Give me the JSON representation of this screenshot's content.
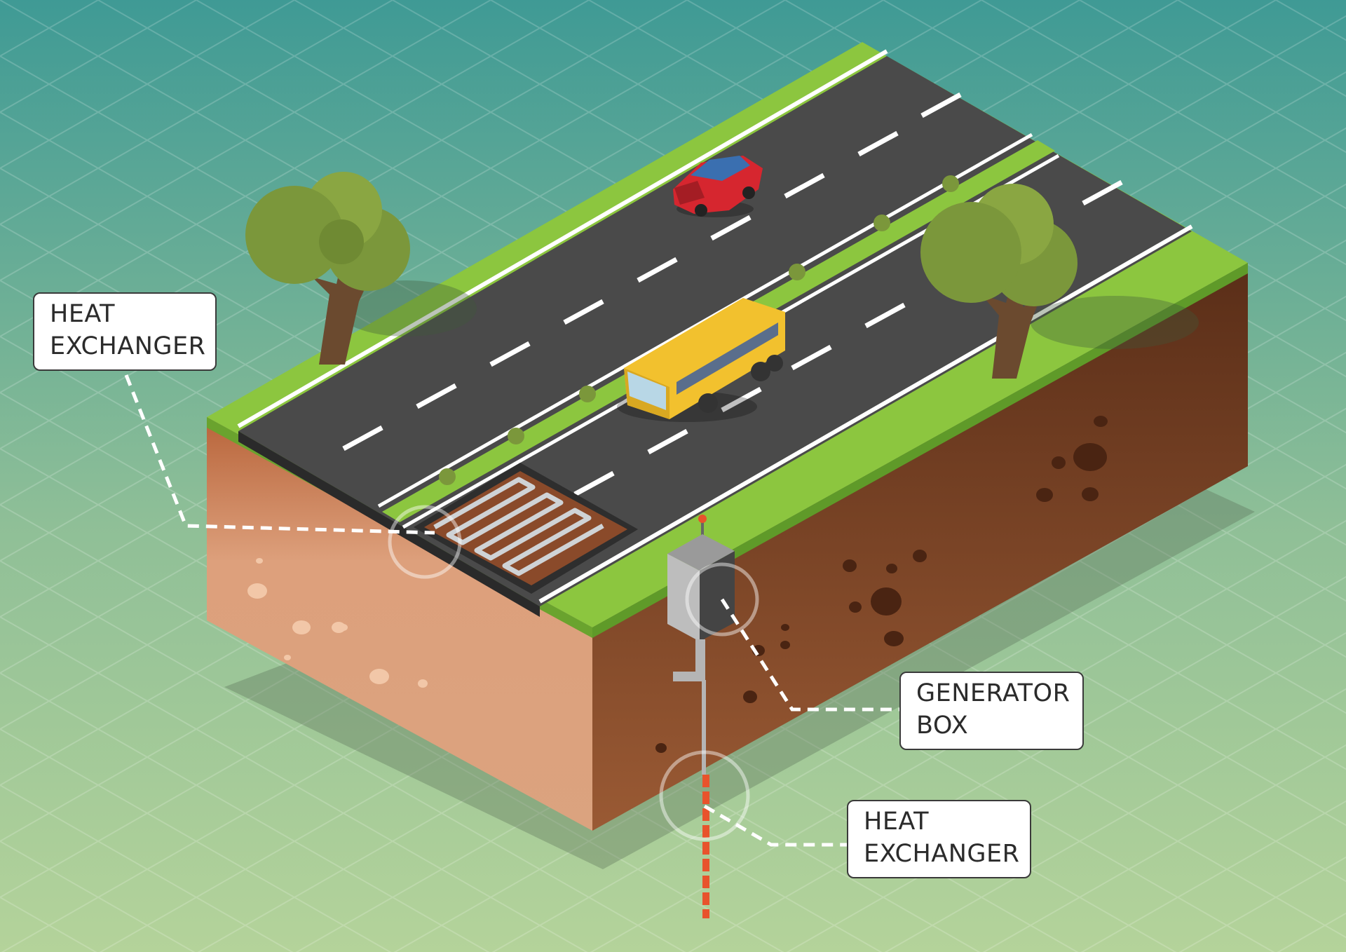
{
  "labels": {
    "heat_exchanger_left": {
      "line1": "HEAT",
      "line2": "EXCHANGER"
    },
    "generator_box": {
      "line1": "GENERATOR",
      "line2": "BOX"
    },
    "heat_exchanger_right": {
      "line1": "HEAT",
      "line2": "EXCHANGER"
    }
  },
  "colors": {
    "background_top": "#3f9a95",
    "background_bottom": "#b4d39a",
    "grass": "#8cc63f",
    "road": "#4a4a4a",
    "soil_left": "#dda07c",
    "soil_right": "#7a4426",
    "bus": "#f2c12e",
    "car": "#d6262f",
    "tree_foliage": "#7b973b",
    "pipe_hot": "#e8532c"
  }
}
